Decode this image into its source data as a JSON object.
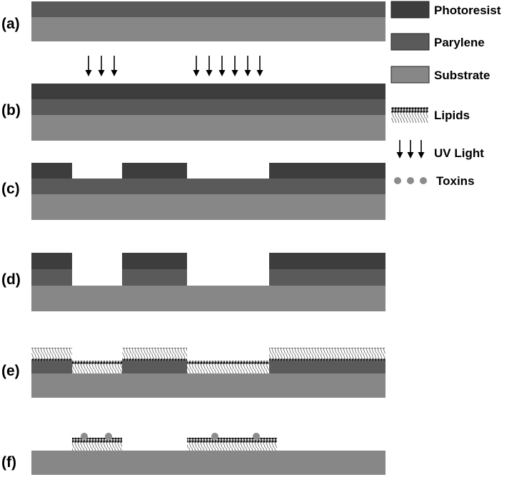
{
  "colors": {
    "photoresist": "#3d3d3d",
    "parylene": "#5a5a5a",
    "substrate": "#878787",
    "lipid_head": "#111111",
    "lipid_tail": "#555555",
    "toxin": "#8c8c8c",
    "arrow": "#000000"
  },
  "steps": [
    {
      "id": "a",
      "label": "(a)"
    },
    {
      "id": "b",
      "label": "(b)"
    },
    {
      "id": "c",
      "label": "(c)"
    },
    {
      "id": "d",
      "label": "(d)"
    },
    {
      "id": "e",
      "label": "(e)"
    },
    {
      "id": "f",
      "label": "(f)"
    }
  ],
  "legend": [
    {
      "key": "photoresist",
      "label": "Photoresist",
      "icon": "photoresist-swatch"
    },
    {
      "key": "parylene",
      "label": "Parylene",
      "icon": "parylene-swatch"
    },
    {
      "key": "substrate",
      "label": "Substrate",
      "icon": "substrate-swatch"
    },
    {
      "key": "lipids",
      "label": "Lipids",
      "icon": "lipid-bilayer-icon"
    },
    {
      "key": "uv",
      "label": "UV Light",
      "icon": "uv-arrows-icon"
    },
    {
      "key": "toxins",
      "label": "Toxins",
      "icon": "toxin-dots-icon"
    }
  ]
}
